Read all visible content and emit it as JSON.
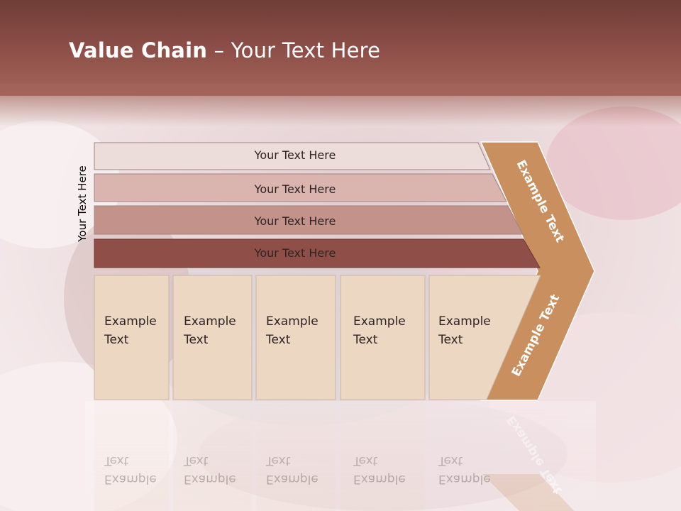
{
  "slide": {
    "title_bold": "Value Chain",
    "title_rest": " – Your Text Here"
  },
  "side_label": "Your Text Here",
  "bars": [
    {
      "label": "Your Text Here",
      "fill": "#ecdcda"
    },
    {
      "label": "Your Text Here",
      "fill": "#dab4af"
    },
    {
      "label": "Your Text Here",
      "fill": "#c3928a"
    },
    {
      "label": "Your Text Here",
      "fill": "#8f4f48"
    }
  ],
  "boxes": [
    {
      "line1": "Example",
      "line2": "Text"
    },
    {
      "line1": "Example",
      "line2": "Text"
    },
    {
      "line1": "Example",
      "line2": "Text"
    },
    {
      "line1": "Example",
      "line2": "Text"
    },
    {
      "line1": "Example",
      "line2": "Text"
    }
  ],
  "chevron": {
    "upper_label": "Example Text",
    "lower_label": "Example Text",
    "fill": "#c98f5e"
  },
  "colors": {
    "header": "#8f5049",
    "box_fill": "#ecd7c3",
    "box_border": "#c9b6a6"
  }
}
